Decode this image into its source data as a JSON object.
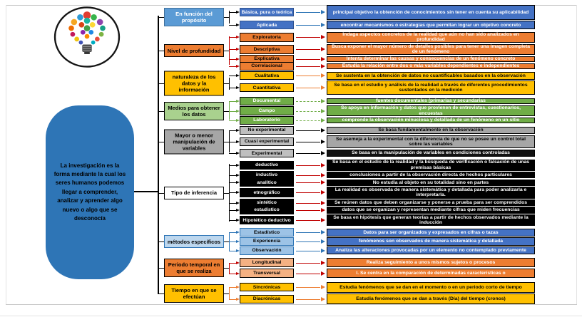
{
  "intro": {
    "text": "La investigación es la forma mediante la cual los seres humanos podemos llegar a comprender, analizar y aprender algo nuevo o algo que se desconocía"
  },
  "groups": [
    {
      "category": "En función del propósito",
      "colors": {
        "cat_bg": "#5B9BD5",
        "cat_text": "#ffffff",
        "cat_border": "#41719C",
        "child_bg": "#4472C4",
        "child_text": "#ffffff",
        "child_border": "#2F528F",
        "desc_bg": "#4472C4",
        "desc_text": "#ffffff",
        "arrow": "#2E75B6",
        "bracket": "#000000",
        "dashed": false
      },
      "items": [
        {
          "label": "Básica, pura o teórica",
          "description": "principal objetivo la obtención de conocimientos sin tener en cuenta su aplicabilidad"
        },
        {
          "label": "Aplicada",
          "description": "encontrar mecanismos o estrategias que permitan lograr un objetivo concreto"
        }
      ]
    },
    {
      "category": "Nivel de profundidad",
      "colors": {
        "cat_bg": "#ED7D31",
        "cat_text": "#000000",
        "child_bg": "#ED7D31",
        "child_text": "#000000",
        "desc_bg": "#ED7D31",
        "desc_text": "#ffffff",
        "arrow": "#C00000",
        "bracket": "#C00000",
        "dashed": false
      },
      "items": [
        {
          "label": "Exploratoria",
          "description": "Indaga aspectos concretos de la realidad que aún no han sido analizados en profundidad"
        },
        {
          "label": "Descriptiva",
          "description": "Busca exponer el mayor número de detalles posibles para tener una imagen completa de un fenómeno"
        },
        {
          "label": "Explicativa",
          "description": "Intenta determinar las causas y consecuencias de un fenómeno concreto"
        },
        {
          "label": "Correlacional",
          "description": "Estudia la relación entre dos o más variables dependientes e independientes"
        }
      ]
    },
    {
      "category": "naturaleza de los datos y la información",
      "colors": {
        "cat_bg": "#FFC000",
        "cat_text": "#000000",
        "child_bg": "#FFC000",
        "child_text": "#000000",
        "desc_bg": "#FFC000",
        "desc_text": "#000000",
        "arrow": "#ED7D31",
        "bracket": "#000000",
        "dashed": false
      },
      "items": [
        {
          "label": "Cualitativa",
          "description": "Se sustenta en la obtención de datos no cuantificables basados en la observación"
        },
        {
          "label": "Cuantitativa",
          "description": "Se basa en el estudio y análisis de la realidad a través de diferentes procedimientos sustentados en la medición"
        }
      ]
    },
    {
      "category": "Medios para obtener los datos",
      "colors": {
        "cat_bg": "#A9D18E",
        "cat_text": "#000000",
        "child_bg": "#70AD47",
        "child_text": "#ffffff",
        "desc_bg": "#70AD47",
        "desc_text": "#ffffff",
        "arrow": "#70AD47",
        "bracket": "#70AD47",
        "dashed": true
      },
      "items": [
        {
          "label": "Documental",
          "description": "fuentes documentales (primarias y secundarias"
        },
        {
          "label": "Campo",
          "description": "Se apoya en información y datos que provienen de entrevistas, cuestionarios, encuestas"
        },
        {
          "label": "Laboratorio",
          "description": "comprende la observación minuciosa y detallada de un fenómeno en un sitio"
        }
      ]
    },
    {
      "category": "Mayor o menor manipulación de variables",
      "colors": {
        "cat_bg": "#A6A6A6",
        "cat_text": "#000000",
        "child_bg": "#BFBFBF",
        "child_text": "#000000",
        "desc_bg": "#A6A6A6",
        "desc_text": "#000000",
        "arrow": "#000000",
        "bracket": "#000000",
        "dashed": false
      },
      "items": [
        {
          "label": "No experimental",
          "description": "Se basa fundamentalmente en la observación"
        },
        {
          "label": "Cuasi experimental",
          "description": "Se asemeja a la experimental con la diferencia de que no se posee un control total sobre las variables"
        },
        {
          "label": "Experimental",
          "description": "Se basa en la manipulación de variables en condiciones controladas",
          "desc_bg": "#111111",
          "desc_text": "#ffffff"
        }
      ]
    },
    {
      "category": "Tipo de inferencia",
      "colors": {
        "cat_bg": "#ffffff",
        "cat_text": "#000000",
        "child_bg": "#000000",
        "child_text": "#ffffff",
        "desc_bg": "#000000",
        "desc_text": "#ffffff",
        "arrow": "#C00000",
        "bracket": "#000000",
        "dashed": false
      },
      "items": [
        {
          "label": "deductivo",
          "description": "Se basa en el estudio de la realidad y la búsqueda de verificación o falsación de unas premisas básicas"
        },
        {
          "label": "inductivo",
          "description": "conclusiones a partir de la observación directa de hechos particulares"
        },
        {
          "label": "analítico",
          "description": "No estudia al objeto en su totalidad sino en partes"
        },
        {
          "label": "etnográfico",
          "description": "La realidad es observada de manera sistemática y detallada para poder analizarla e interpretarla."
        },
        {
          "label": "sintético",
          "description": "Se reúnen datos que deben organizarse y ponerse a prueba para ser comprendidos"
        },
        {
          "label": "estadístico",
          "description": "datos que se organizan y representan mediante cifras que miden frecuencias"
        },
        {
          "label": "Hipotético deductivo",
          "description": "Se basa en hipótesis que generan teorías a partir de hechos observados mediante la inducción"
        }
      ]
    },
    {
      "category": "métodos específicos",
      "colors": {
        "cat_bg": "#BDD7EE",
        "cat_text": "#000000",
        "cat_border": "#2E75B6",
        "child_bg": "#9DC3E6",
        "child_text": "#000000",
        "child_border": "#2E75B6",
        "desc_bg": "#4472C4",
        "desc_text": "#ffffff",
        "arrow": "#2E75B6",
        "bracket": "#2E75B6",
        "dashed": false
      },
      "items": [
        {
          "label": "Estadístico",
          "description": "Datos para ser organizados y expresados en cifras o tazas"
        },
        {
          "label": "Experiencia",
          "description": "fenómenos son observados de manera sistemática y detallada"
        },
        {
          "label": "Observación",
          "description": "Analiza las alteraciones provocadas por un elemento no contemplado previamente"
        }
      ]
    },
    {
      "category": "Periodo temporal en que se realiza",
      "colors": {
        "cat_bg": "#ED7D31",
        "cat_text": "#000000",
        "child_bg": "#F4B183",
        "child_text": "#000000",
        "desc_bg": "#ED7D31",
        "desc_text": "#ffffff",
        "arrow": "#C00000",
        "bracket": "#C00000",
        "dashed": false
      },
      "items": [
        {
          "label": "Longitudinal",
          "description": "Realiza seguimiento a unos mismos sujetos o procesos"
        },
        {
          "label": "Transversal",
          "description": "l. Se centra en la comparación de determinadas características o"
        }
      ]
    },
    {
      "category": "Tiempo en que se efectúan",
      "colors": {
        "cat_bg": "#FFC000",
        "cat_text": "#000000",
        "child_bg": "#FFC000",
        "child_text": "#000000",
        "desc_bg": "#FFC000",
        "desc_text": "#000000",
        "arrow": "#ED7D31",
        "bracket": "#ED7D31",
        "dashed": false
      },
      "items": [
        {
          "label": "Sincrónicas",
          "description": "Estudia fenómenos que se dan en el momento o en un periodo corto de tiempo"
        },
        {
          "label": "Diacrónicas",
          "description": "Estudia fenómenos que se dan a través (Día) del tiempo (cronos)"
        }
      ]
    }
  ]
}
